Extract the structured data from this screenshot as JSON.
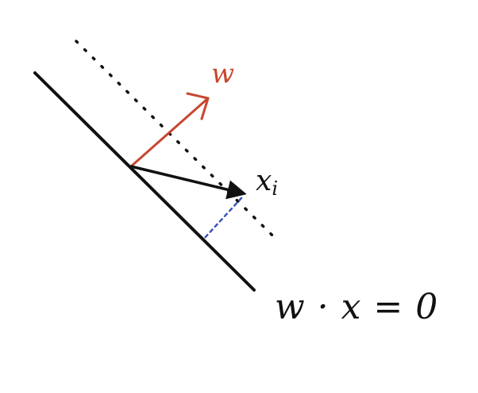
{
  "diagram": {
    "labels": {
      "weight_vector": "w",
      "point": "x",
      "point_subscript": "i",
      "hyperplane_equation": "w · x = 0"
    },
    "colors": {
      "background": "#ffffff",
      "ink": "#111111",
      "weight_vector": "#c8462f",
      "projection": "#3b56b8"
    }
  }
}
